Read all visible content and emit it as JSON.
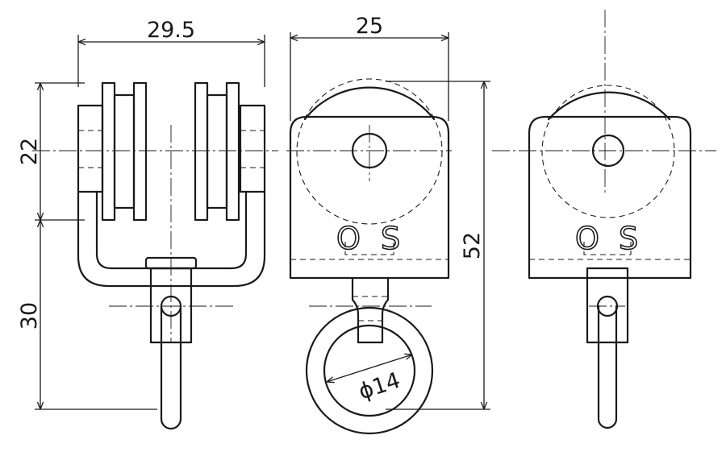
{
  "dimensions": {
    "front_width": "29.5",
    "side_width": "25",
    "upper_height": "22",
    "lower_height": "30",
    "total_height": "52",
    "ring_diameter": "ϕ14"
  },
  "markings": {
    "logo_text": "OS"
  }
}
